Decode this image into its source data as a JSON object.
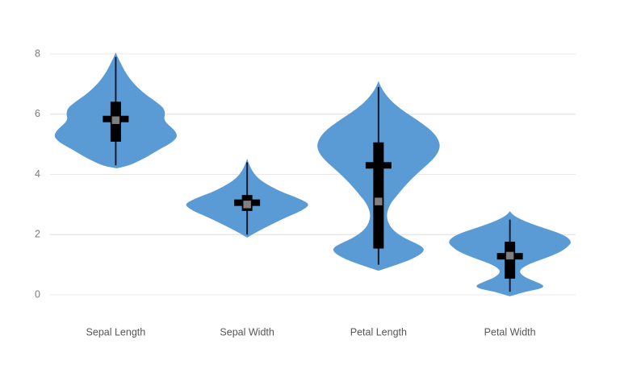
{
  "chart_data": {
    "type": "violin",
    "title": "",
    "subtitle": "",
    "xlabel": "",
    "ylabel": "",
    "ylim": [
      -0.55,
      8.6
    ],
    "yticks": [
      0,
      2,
      4,
      6,
      8
    ],
    "ytick_labels": [
      "0",
      "2",
      "4",
      "6",
      "8"
    ],
    "grid": true,
    "legend": false,
    "legend_position": "none",
    "categories": [
      "Sepal Length",
      "Sepal Width",
      "Petal Length",
      "Petal Width"
    ],
    "series": [
      {
        "name": "Sepal Length",
        "min": 4.3,
        "q1": 5.1,
        "median": 5.8,
        "mean": 5.84,
        "q3": 6.4,
        "max": 7.9,
        "whisker_low": 4.3,
        "whisker_high": 7.9,
        "density": [
          [
            4.2,
            0.02
          ],
          [
            4.3,
            0.22
          ],
          [
            4.45,
            0.38
          ],
          [
            4.6,
            0.52
          ],
          [
            4.8,
            0.68
          ],
          [
            5.0,
            0.86
          ],
          [
            5.15,
            0.96
          ],
          [
            5.3,
            1.0
          ],
          [
            5.5,
            0.94
          ],
          [
            5.7,
            0.82
          ],
          [
            5.85,
            0.78
          ],
          [
            6.0,
            0.8
          ],
          [
            6.2,
            0.78
          ],
          [
            6.4,
            0.66
          ],
          [
            6.6,
            0.52
          ],
          [
            6.8,
            0.4
          ],
          [
            7.0,
            0.3
          ],
          [
            7.2,
            0.22
          ],
          [
            7.45,
            0.14
          ],
          [
            7.7,
            0.08
          ],
          [
            7.9,
            0.03
          ],
          [
            8.05,
            0.0
          ]
        ]
      },
      {
        "name": "Sepal Width",
        "min": 2.0,
        "q1": 2.8,
        "median": 3.0,
        "mean": 3.06,
        "q3": 3.3,
        "max": 4.4,
        "whisker_low": 2.0,
        "whisker_high": 4.4,
        "density": [
          [
            1.9,
            0.0
          ],
          [
            2.0,
            0.08
          ],
          [
            2.2,
            0.26
          ],
          [
            2.4,
            0.46
          ],
          [
            2.6,
            0.66
          ],
          [
            2.75,
            0.84
          ],
          [
            2.9,
            0.96
          ],
          [
            3.0,
            1.0
          ],
          [
            3.1,
            0.94
          ],
          [
            3.25,
            0.78
          ],
          [
            3.4,
            0.58
          ],
          [
            3.6,
            0.38
          ],
          [
            3.8,
            0.22
          ],
          [
            4.0,
            0.12
          ],
          [
            4.2,
            0.06
          ],
          [
            4.4,
            0.02
          ],
          [
            4.52,
            0.0
          ]
        ]
      },
      {
        "name": "Petal Length",
        "min": 1.0,
        "q1": 1.55,
        "median": 3.1,
        "mean": 4.3,
        "q3": 5.05,
        "max": 6.9,
        "whisker_low": 1.0,
        "whisker_high": 6.9,
        "density": [
          [
            0.8,
            0.0
          ],
          [
            1.0,
            0.3
          ],
          [
            1.2,
            0.56
          ],
          [
            1.4,
            0.72
          ],
          [
            1.55,
            0.74
          ],
          [
            1.7,
            0.62
          ],
          [
            1.9,
            0.4
          ],
          [
            2.2,
            0.2
          ],
          [
            2.6,
            0.12
          ],
          [
            3.0,
            0.18
          ],
          [
            3.3,
            0.3
          ],
          [
            3.6,
            0.42
          ],
          [
            3.9,
            0.56
          ],
          [
            4.2,
            0.72
          ],
          [
            4.45,
            0.86
          ],
          [
            4.7,
            0.96
          ],
          [
            4.95,
            1.0
          ],
          [
            5.2,
            0.96
          ],
          [
            5.45,
            0.86
          ],
          [
            5.7,
            0.7
          ],
          [
            5.95,
            0.52
          ],
          [
            6.2,
            0.34
          ],
          [
            6.45,
            0.2
          ],
          [
            6.7,
            0.1
          ],
          [
            6.9,
            0.04
          ],
          [
            7.1,
            0.0
          ]
        ]
      },
      {
        "name": "Petal Width",
        "min": 0.1,
        "q1": 0.55,
        "median": 1.3,
        "mean": 1.28,
        "q3": 1.75,
        "max": 2.5,
        "whisker_low": 0.1,
        "whisker_high": 2.5,
        "density": [
          [
            -0.05,
            0.0
          ],
          [
            0.1,
            0.24
          ],
          [
            0.2,
            0.5
          ],
          [
            0.3,
            0.56
          ],
          [
            0.42,
            0.44
          ],
          [
            0.6,
            0.22
          ],
          [
            0.8,
            0.14
          ],
          [
            1.0,
            0.28
          ],
          [
            1.15,
            0.48
          ],
          [
            1.3,
            0.68
          ],
          [
            1.45,
            0.84
          ],
          [
            1.6,
            0.94
          ],
          [
            1.75,
            1.0
          ],
          [
            1.9,
            0.94
          ],
          [
            2.05,
            0.8
          ],
          [
            2.2,
            0.58
          ],
          [
            2.35,
            0.36
          ],
          [
            2.5,
            0.18
          ],
          [
            2.65,
            0.05
          ],
          [
            2.78,
            0.0
          ]
        ]
      }
    ],
    "colors": {
      "violin_fill": "#5b9bd5",
      "box": "#000000",
      "median_marker": "#808080",
      "whisker": "#1a1a2e",
      "gridline": "#e8e8e8",
      "tick_text": "#7a7a7a",
      "category_text": "#555555",
      "background": "#ffffff"
    }
  }
}
